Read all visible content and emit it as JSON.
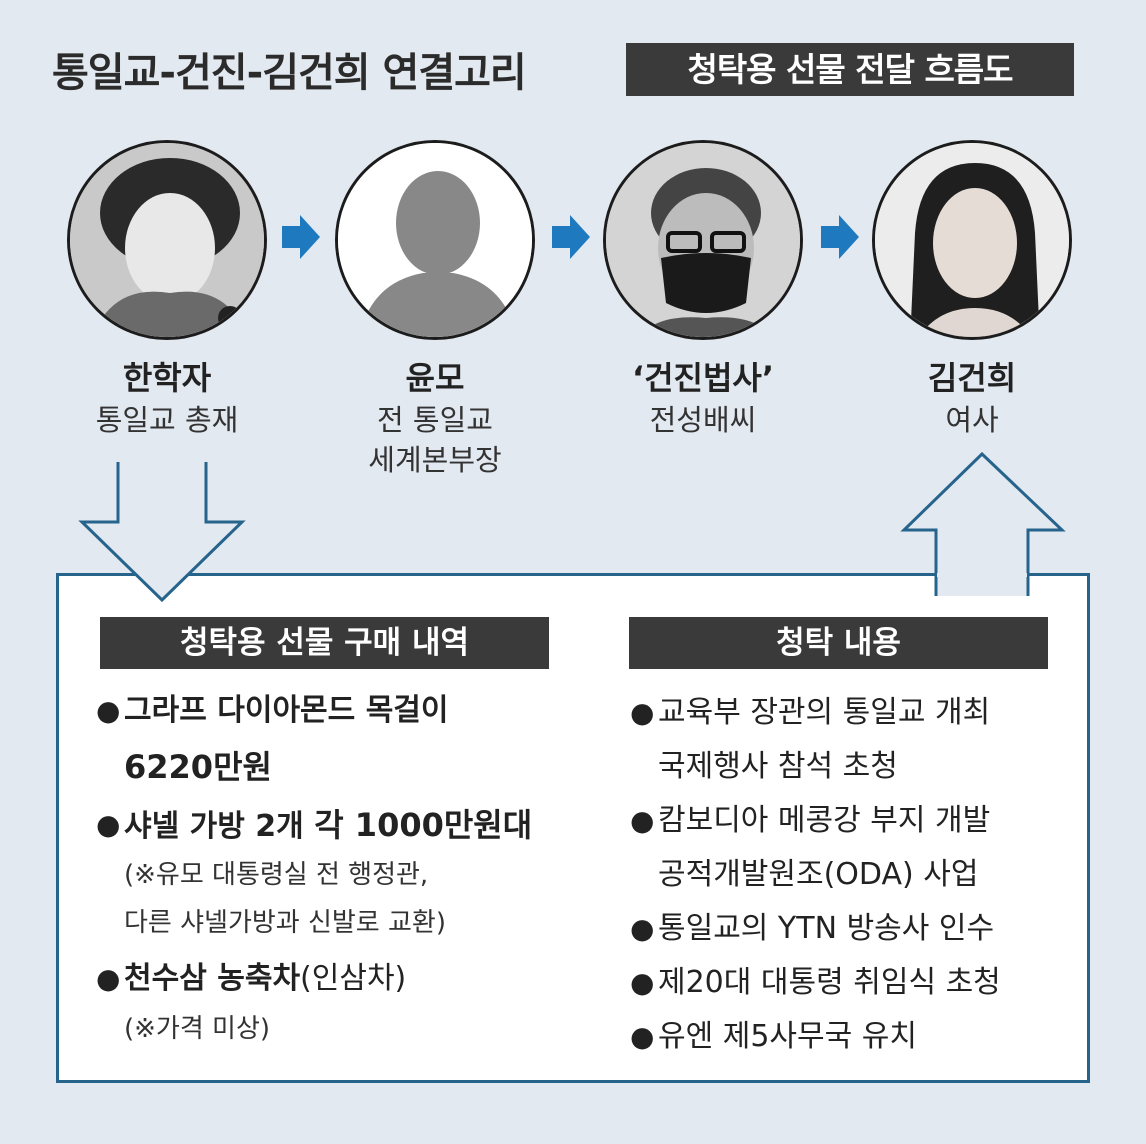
{
  "header": {
    "title": "통일교-건진-김건희 연결고리",
    "subtitle": "청탁용 선물 전달 흐름도"
  },
  "people": [
    {
      "name": "한학자",
      "role_lines": [
        "통일교 총재"
      ]
    },
    {
      "name": "윤모",
      "role_lines": [
        "전 통일교",
        "세계본부장"
      ]
    },
    {
      "name": "‘건진법사’",
      "role_lines": [
        "전성배씨"
      ]
    },
    {
      "name": "김건희",
      "role_lines": [
        "여사"
      ]
    }
  ],
  "purchases": {
    "header": "청탁용 선물 구매 내역",
    "item1_prefix": "그라프 다이아몬드 목걸이",
    "item1_amount": "6220만원",
    "item2_prefix": "샤넬 가방 2개 ",
    "item2_amount": "각 1000만원대",
    "item2_note_1": "(※유모 대통령실 전 행정관,",
    "item2_note_2": "다른 샤넬가방과 신발로 교환)",
    "item3_bold": "천수삼 농축차",
    "item3_rest": "(인삼차)",
    "item3_note": "(※가격 미상)"
  },
  "requests": {
    "header": "청탁 내용",
    "item1_line1": "교육부 장관의 통일교 개최",
    "item1_line2": "국제행사 참석 초청",
    "item2_line1": "캄보디아 메콩강 부지 개발",
    "item2_line2": "공적개발원조(ODA) 사업",
    "item3": "통일교의 YTN 방송사 인수",
    "item4": "제20대 대통령 취임식 초청",
    "item5": "유엔 제5사무국 유치"
  },
  "colors": {
    "background": "#e3e9f1",
    "flow_arrow": "#1f79bf",
    "outline_arrow": "#26648c",
    "header_box": "#3a3a3a"
  }
}
